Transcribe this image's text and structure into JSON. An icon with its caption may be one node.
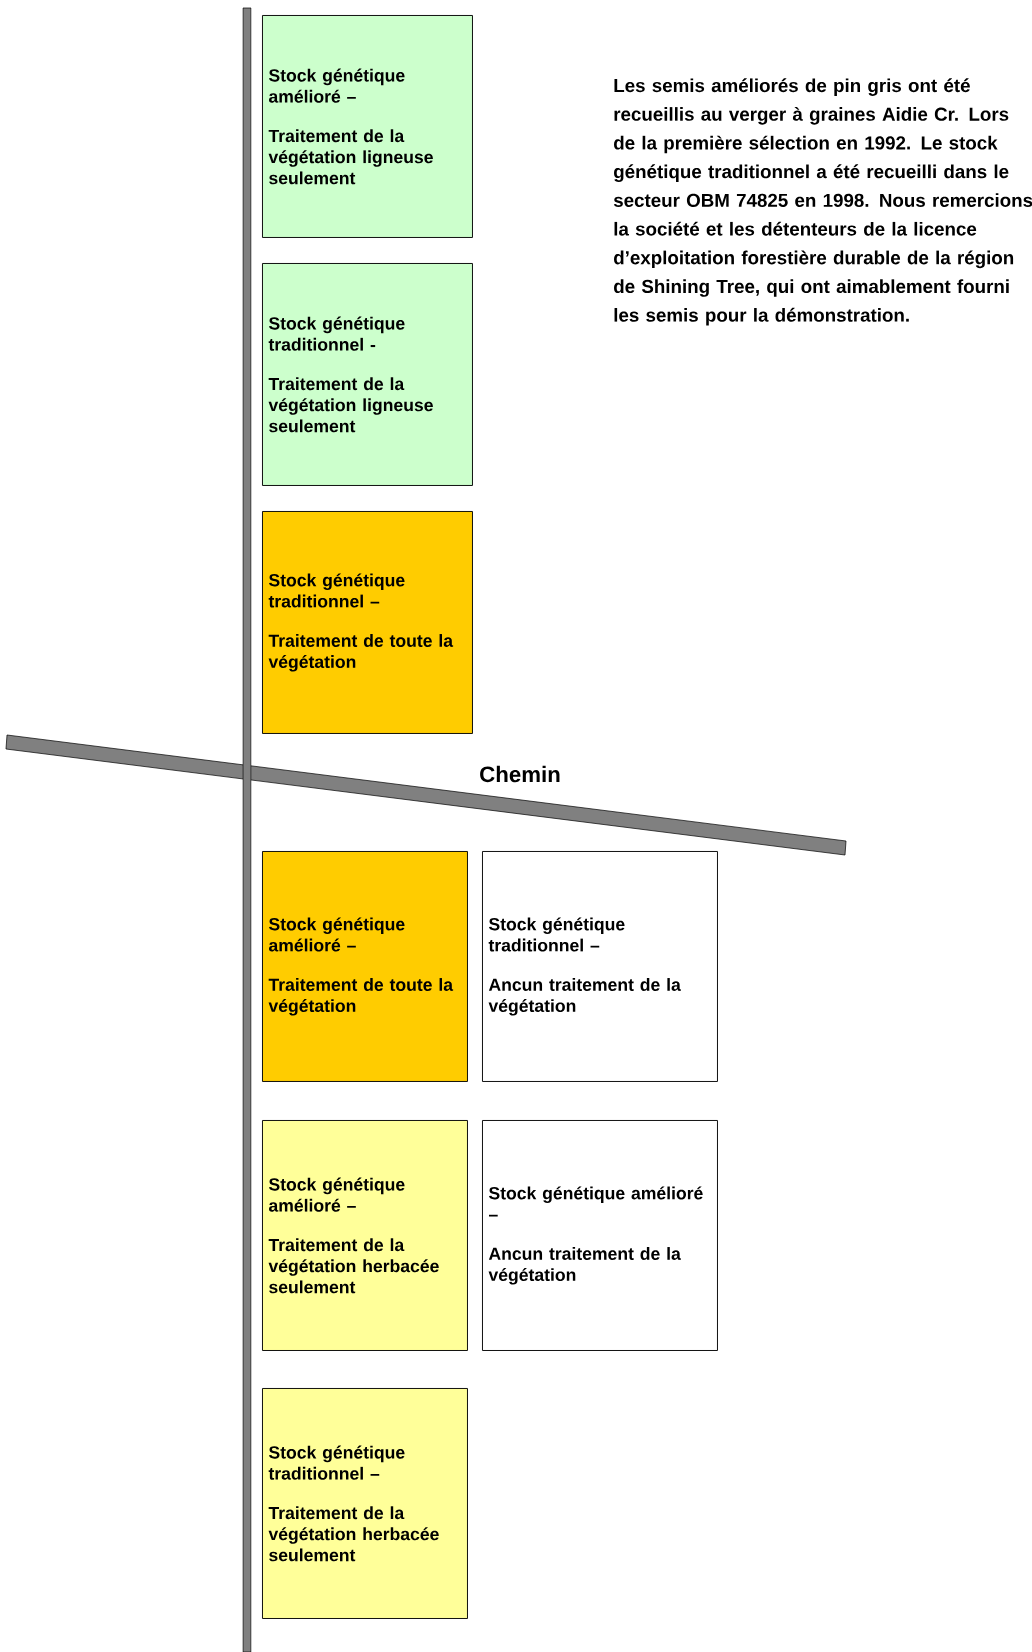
{
  "diagram": {
    "nodes": [
      {
        "text": [
          "Stock génétique amélioré –",
          "Traitement de la végétation ligneuse seulement"
        ]
      },
      {
        "text": [
          "Stock génétique traditionnel -",
          "Traitement de la végétation ligneuse seulement"
        ]
      },
      {
        "text": [
          "Stock génétique traditionnel –",
          "Traitement de toute la végétation"
        ]
      },
      {
        "text": [
          "Stock génétique amélioré –",
          "Traitement de toute la végétation"
        ]
      },
      {
        "text": [
          "Stock génétique traditionnel –",
          "Ancun traitement de la végétation"
        ]
      },
      {
        "text": [
          "Stock génétique amélioré –",
          "Traitement de la végétation herbacée seulement"
        ]
      },
      {
        "text": [
          "Stock génétique amélioré –",
          "Ancun traitement de la végétation"
        ]
      },
      {
        "text": [
          "Stock génétique traditionnel –",
          "Traitement de la végétation herbacée seulement"
        ]
      }
    ],
    "labels": [
      "Les semis améliorés de pin gris ont été recueillis au verger à graines Aidie Cr. Lors de la première sélection en 1992. Le stock génétique traditionnel a été recueilli dans le secteur OBM 74825 en 1998. Nous remercions la société et les détenteurs de la licence d’exploitation forestière durable de la région de Shining Tree, qui ont aimablement fourni les semis pour la démonstration.",
      "Chemin"
    ]
  }
}
